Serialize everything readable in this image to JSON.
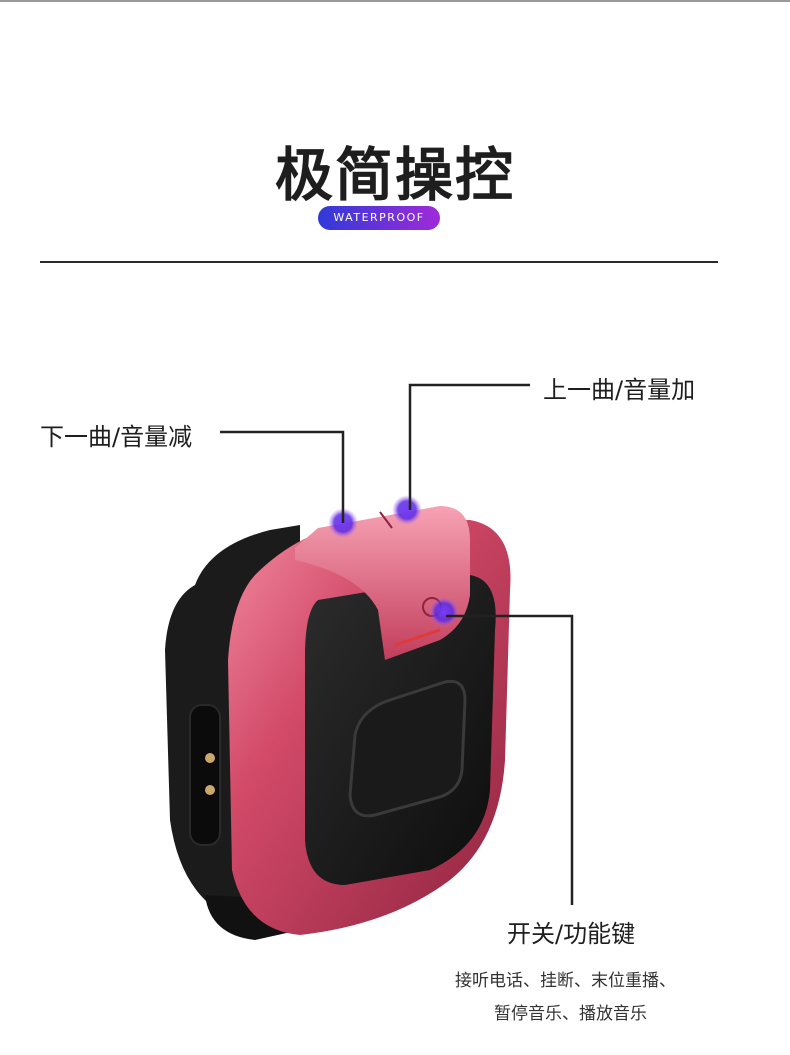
{
  "header": {
    "title": "极简操控",
    "badge": "WATERPROOF"
  },
  "callouts": {
    "prev_volume_down": "下一曲/音量减",
    "next_volume_up": "上一曲/音量加",
    "power_function": "开关/功能键",
    "power_function_desc_line1": "接听电话、挂断、末位重播、",
    "power_function_desc_line2": "暂停音乐、播放音乐"
  },
  "colors": {
    "accent_start": "#2f3ad8",
    "accent_end": "#a02ad8",
    "device_body": "#c8405e",
    "device_dark": "#1c1c1c",
    "indicator": "#6a2cff"
  }
}
